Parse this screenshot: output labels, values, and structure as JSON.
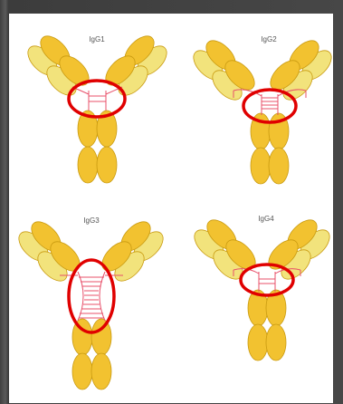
{
  "diagram": {
    "panels": [
      {
        "label": "IgG1"
      },
      {
        "label": "IgG2"
      },
      {
        "label": "IgG3"
      },
      {
        "label": "IgG4"
      }
    ]
  },
  "colors": {
    "background": "#4a4a4a",
    "panel": "#ffffff",
    "light_chain": "#f2e37c",
    "heavy_chain": "#f2c230",
    "chain_outline": "#c99a10",
    "disulfide_bond": "#e8506a",
    "highlight_ring": "#e00000"
  }
}
